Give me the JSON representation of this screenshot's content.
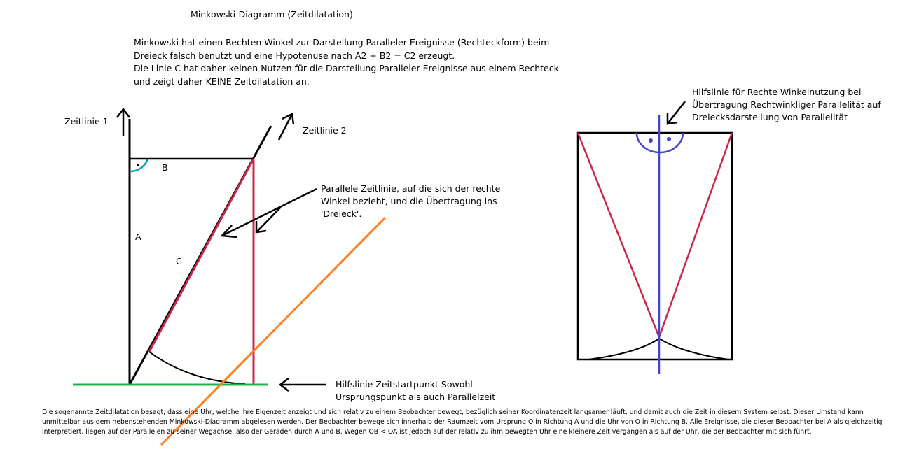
{
  "title": "Minkowski-Diagramm (Zeitdilatation)",
  "intro_lines": [
    "Minkowski hat einen Rechten Winkel  zur Darstellung Paralleler Ereignisse (Rechteckform) beim",
    "Dreieck falsch benutzt und eine Hypotenuse nach A2 + B2 = C2 erzeugt.",
    "Die Linie C hat daher keinen Nutzen für die Darstellung Paralleler Ereignisse aus einem Rechteck",
    "und zeigt daher KEINE Zeitdilatation an."
  ],
  "labels": {
    "zeitlinie1": "Zeitlinie 1",
    "zeitlinie2": "Zeitlinie 2",
    "a": "A",
    "b": "B",
    "c": "C"
  },
  "annotations": {
    "parallel_lines": [
      "Parallele Zeitlinie, auf die sich der rechte",
      "Winkel bezieht, und die Übertragung ins",
      "'Dreieck'."
    ],
    "startpunkt_lines": [
      "Hilfslinie Zeitstartpunkt Sowohl",
      "Ursprungspunkt als auch Parallelzeit"
    ],
    "hilfslinie_lines": [
      "Hilfslinie für Rechte Winkelnutzung bei",
      "Übertragung Rechtwinkliger Parallelität auf",
      "Dreiecksdarstellung von Parallelität"
    ]
  },
  "footer_lines": [
    "Die sogenannte Zeitdilatation besagt, dass eine Uhr, welche ihre Eigenzeit anzeigt und sich relativ zu einem Beobachter bewegt, bezüglich seiner Koordinatenzeit langsamer läuft, und damit auch die Zeit in diesem System selbst. Dieser Umstand kann",
    "unmittelbar aus dem nebenstehenden Minkowski-Diagramm abgelesen werden. Der Beobachter bewege sich innerhalb der Raumzeit vom Ursprung O in Richtung A und die Uhr von O in Richtung B. Alle Ereignisse, die dieser Beobachter bei A als gleichzeitig",
    "interpretiert, liegen auf der Parallelen zu seiner Wegachse, also der Geraden durch A und B. Wegen OB < OA ist jedoch auf der relativ zu ihm bewegten Uhr eine kleinere Zeit vergangen als auf der Uhr, die der Beobachter mit sich führt."
  ],
  "colors": {
    "black": "#000000",
    "red": "#c8284a",
    "green": "#22b14c",
    "orange": "#ff7f27",
    "blue": "#3f48cc",
    "teal": "#00a2b8"
  }
}
